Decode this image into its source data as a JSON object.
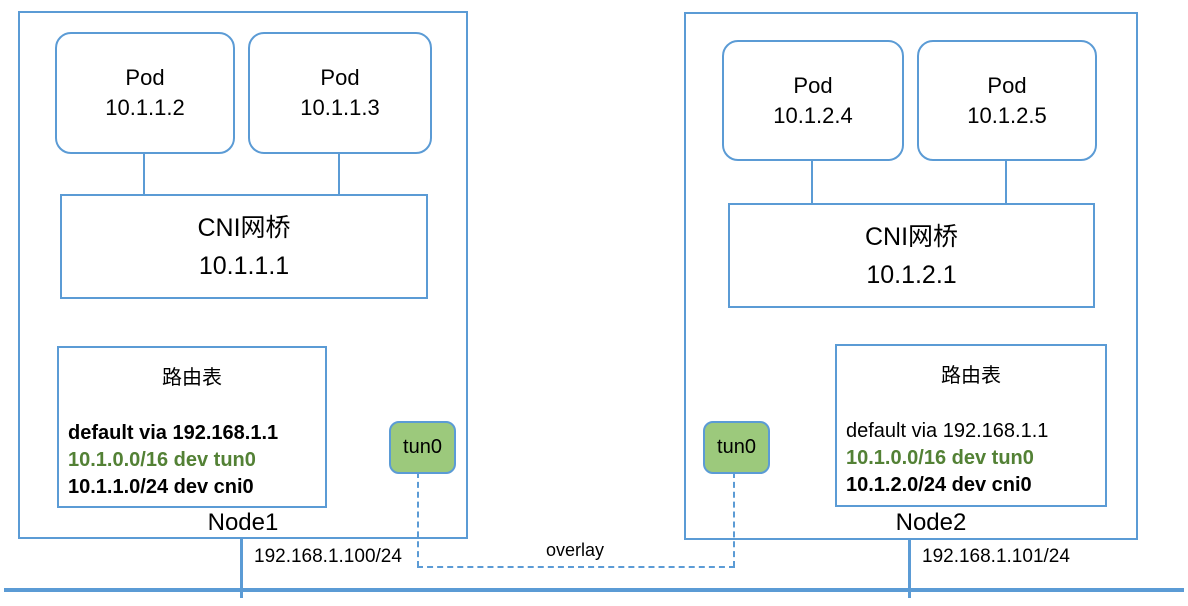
{
  "colors": {
    "box_border_blue": "#5B9BD5",
    "tun_fill_green": "#9CC97C",
    "route_highlight_green": "#538135"
  },
  "node1": {
    "label": "Node1",
    "host_ip": "192.168.1.100/24",
    "pods": [
      {
        "title": "Pod",
        "ip": "10.1.1.2"
      },
      {
        "title": "Pod",
        "ip": "10.1.1.3"
      }
    ],
    "bridge": {
      "title": "CNI网桥",
      "ip": "10.1.1.1"
    },
    "route_table": {
      "title": "路由表",
      "routes": [
        "default via 192.168.1.1",
        "10.1.0.0/16 dev tun0",
        "10.1.1.0/24 dev cni0"
      ]
    },
    "tun_label": "tun0"
  },
  "node2": {
    "label": "Node2",
    "host_ip": "192.168.1.101/24",
    "pods": [
      {
        "title": "Pod",
        "ip": "10.1.2.4"
      },
      {
        "title": "Pod",
        "ip": "10.1.2.5"
      }
    ],
    "bridge": {
      "title": "CNI网桥",
      "ip": "10.1.2.1"
    },
    "route_table": {
      "title": "路由表",
      "routes": [
        "default via 192.168.1.1",
        "10.1.0.0/16 dev tun0",
        "10.1.2.0/24 dev cni0"
      ]
    },
    "tun_label": "tun0"
  },
  "overlay_label": "overlay"
}
